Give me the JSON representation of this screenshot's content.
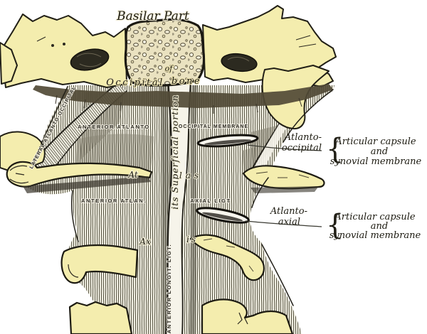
{
  "figure": {
    "title": "Basilar Part",
    "occipital": {
      "of": "of",
      "word1": "Occipital",
      "word2": "bone"
    },
    "labels": {
      "lateral_band": "LATERAL ATLANTO-OCCIPITAL",
      "anterior_atlanto": "ANTERIOR ATLANTO",
      "occipital_membrane": "OCCIPITAL MEMBRANE",
      "superficial_portion": "its Superficial portion",
      "anterior_atlan": "ANTERIOR ATLAN.",
      "axial_ligt": "AXIAL LIGT",
      "anterior_longit_ligt": "ANTERIOR LONGIT. LIGT.",
      "atlas_first": "At",
      "atlas_second": "las",
      "axis_first": "Ax",
      "axis_second": "is",
      "brace": "{"
    },
    "callouts": [
      {
        "name_line1": "Atlanto-",
        "name_line2": "occipital",
        "desc_line1": "Articular capsule",
        "desc_line2": "and",
        "desc_line3": "synovial membrane"
      },
      {
        "name_line1": "Atlanto-",
        "name_line2": "axial",
        "desc_line1": "Articular capsule",
        "desc_line2": "and",
        "desc_line3": "synovial membrane"
      }
    ],
    "colors": {
      "bone": "#f4edae",
      "ink": "#23211a",
      "paper": "#ffffff",
      "shadow": "#514a36"
    }
  }
}
